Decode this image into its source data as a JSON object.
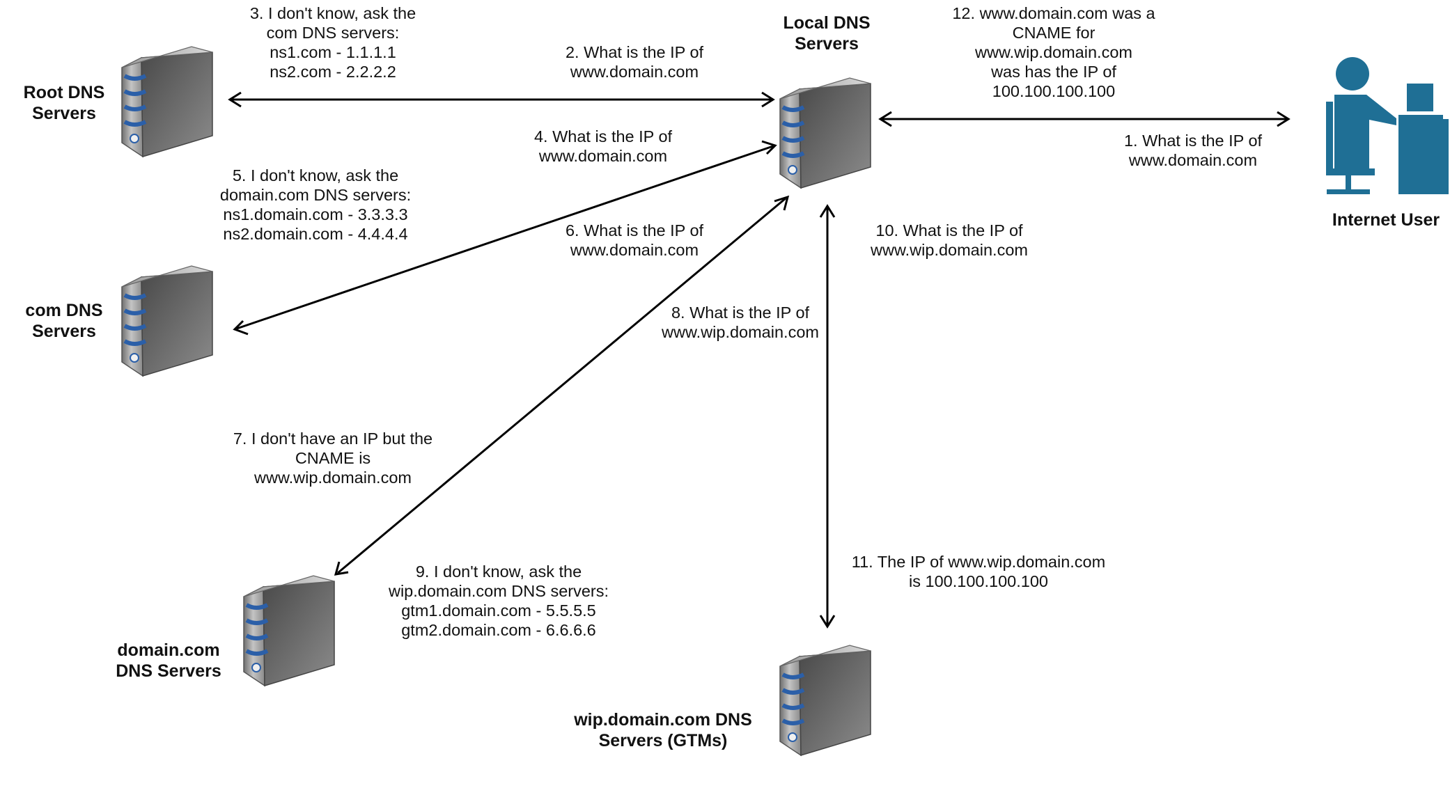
{
  "nodes": {
    "root": [
      "Root DNS",
      "Servers"
    ],
    "com": [
      "com DNS",
      "Servers"
    ],
    "domain": [
      "domain.com",
      "DNS Servers"
    ],
    "local": [
      "Local DNS",
      "Servers"
    ],
    "wip": [
      "wip.domain.com DNS",
      "Servers (GTMs)"
    ],
    "user": [
      "Internet User"
    ]
  },
  "steps": {
    "s1": [
      "1. What is the IP of",
      "www.domain.com"
    ],
    "s2": [
      "2. What is the IP of",
      "www.domain.com"
    ],
    "s3": [
      "3. I don't know, ask the",
      "com DNS servers:",
      "ns1.com - 1.1.1.1",
      "ns2.com - 2.2.2.2"
    ],
    "s4": [
      "4. What is the IP of",
      "www.domain.com"
    ],
    "s5": [
      "5. I don't know, ask the",
      "domain.com DNS servers:",
      "ns1.domain.com - 3.3.3.3",
      "ns2.domain.com - 4.4.4.4"
    ],
    "s6": [
      "6. What is the IP of",
      "www.domain.com"
    ],
    "s7": [
      "7. I don't have an IP but the",
      "CNAME is",
      "www.wip.domain.com"
    ],
    "s8": [
      "8. What is the IP of",
      "www.wip.domain.com"
    ],
    "s9": [
      "9. I don't know, ask the",
      "wip.domain.com DNS servers:",
      "gtm1.domain.com - 5.5.5.5",
      "gtm2.domain.com - 6.6.6.6"
    ],
    "s10": [
      "10. What is the IP of",
      "www.wip.domain.com"
    ],
    "s11": [
      "11. The IP of www.wip.domain.com",
      "is 100.100.100.100"
    ],
    "s12": [
      "12. www.domain.com was a",
      "CNAME for",
      "www.wip.domain.com",
      "was has the IP of",
      "100.100.100.100"
    ]
  },
  "colors": {
    "user_icon": "#1f6f95",
    "server_stripe": "#2b5fa8",
    "arrow": "#000000"
  }
}
